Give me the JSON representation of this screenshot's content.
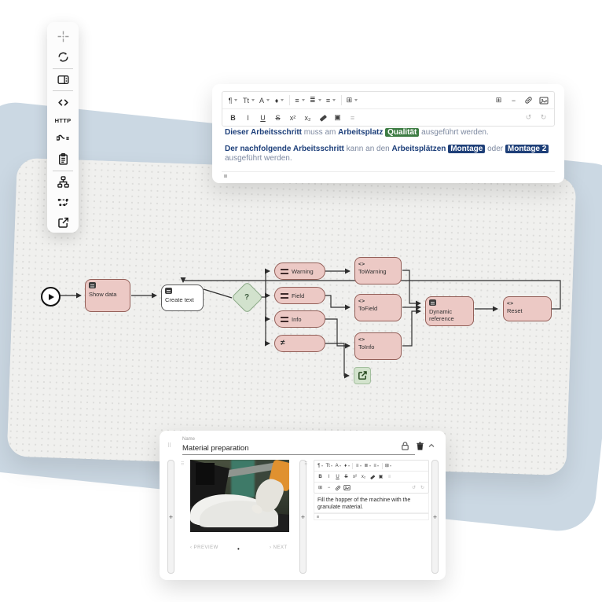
{
  "colors": {
    "accent_pink": "#ecc9c5",
    "pink_border": "#935f58",
    "badge_green": "#3d7c43",
    "badge_blue": "#1e3f78",
    "bg_blue_shape": "#cbd8e3",
    "canvas_gray": "#f0f0ee"
  },
  "toolbar_left": {
    "http_label": "HTTP",
    "items": [
      "move-tool",
      "sync-tool",
      "card-tool",
      "code-tool",
      "http-tool",
      "connector-tool",
      "clipboard-tool",
      "hierarchy-tool",
      "route-tool",
      "open-external-tool"
    ]
  },
  "editor_main": {
    "toolbar": {
      "paragraph": "¶",
      "textsize": "Tt",
      "font": "A",
      "color": "♦",
      "bullet": "≡",
      "numbered": "≣",
      "align": "≡",
      "table": "⊞",
      "bold": "B",
      "italic": "I",
      "underline": "U",
      "strike": "S",
      "sup": "x²",
      "sub": "x₂",
      "embed": "▣",
      "spacer": "≡",
      "grid": "⊞",
      "hr": "−",
      "undo": "↺",
      "redo": "↻"
    },
    "paragraphs": [
      {
        "segments": [
          {
            "text": "Dieser Arbeitsschritt",
            "style": "bold"
          },
          {
            "text": " muss am ",
            "style": "normal"
          },
          {
            "text": "Arbeitsplatz",
            "style": "bold"
          },
          {
            "text": " ",
            "style": "normal"
          },
          {
            "text": "Qualität",
            "style": "badge-green"
          },
          {
            "text": " ausgeführt werden.",
            "style": "normal"
          }
        ]
      },
      {
        "segments": [
          {
            "text": "Der nachfolgende Arbeitsschritt",
            "style": "bold"
          },
          {
            "text": " kann an den ",
            "style": "normal"
          },
          {
            "text": "Arbeitsplätzen",
            "style": "bold"
          },
          {
            "text": " ",
            "style": "normal"
          },
          {
            "text": "Montage",
            "style": "badge-blue"
          },
          {
            "text": " oder ",
            "style": "normal"
          },
          {
            "text": "Montage 2",
            "style": "badge-blue"
          },
          {
            "text": " ausgeführt werden.",
            "style": "normal"
          }
        ]
      }
    ]
  },
  "flow": {
    "icons": {
      "code": "<>",
      "not_equal": "≠"
    },
    "nodes": {
      "show_data": {
        "label": "Show data"
      },
      "create_text": {
        "label": "Create text"
      },
      "decision": {
        "label": "?"
      },
      "warning": {
        "label": "Warning"
      },
      "field": {
        "label": "Field"
      },
      "info": {
        "label": "Info"
      },
      "to_warning": {
        "label": "ToWarning"
      },
      "to_field": {
        "label": "ToField"
      },
      "to_info": {
        "label": "ToInfo"
      },
      "dynamic_reference": {
        "label": "Dynamic reference"
      },
      "reset": {
        "label": "Reset"
      }
    }
  },
  "step_panel": {
    "name_label": "Name",
    "name_value": "Material preparation",
    "rail_plus": "+",
    "drag_dots": "⠿",
    "carousel": {
      "prev_chevron": "‹",
      "preview_label": "PREVIEW",
      "dot": "•",
      "next_chevron": "›",
      "next_label": "NEXT"
    },
    "editor_text": "Fill the hopper of the machine with the granulate material."
  }
}
